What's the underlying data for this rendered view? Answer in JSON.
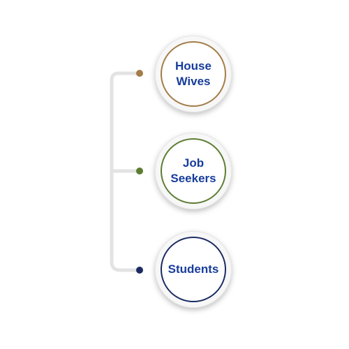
{
  "nodes": [
    {
      "label": "House\nWives",
      "color": "#a47c48"
    },
    {
      "label": "Job\nSeekers",
      "color": "#5c7d32"
    },
    {
      "label": "Students",
      "color": "#1b2b62"
    }
  ]
}
